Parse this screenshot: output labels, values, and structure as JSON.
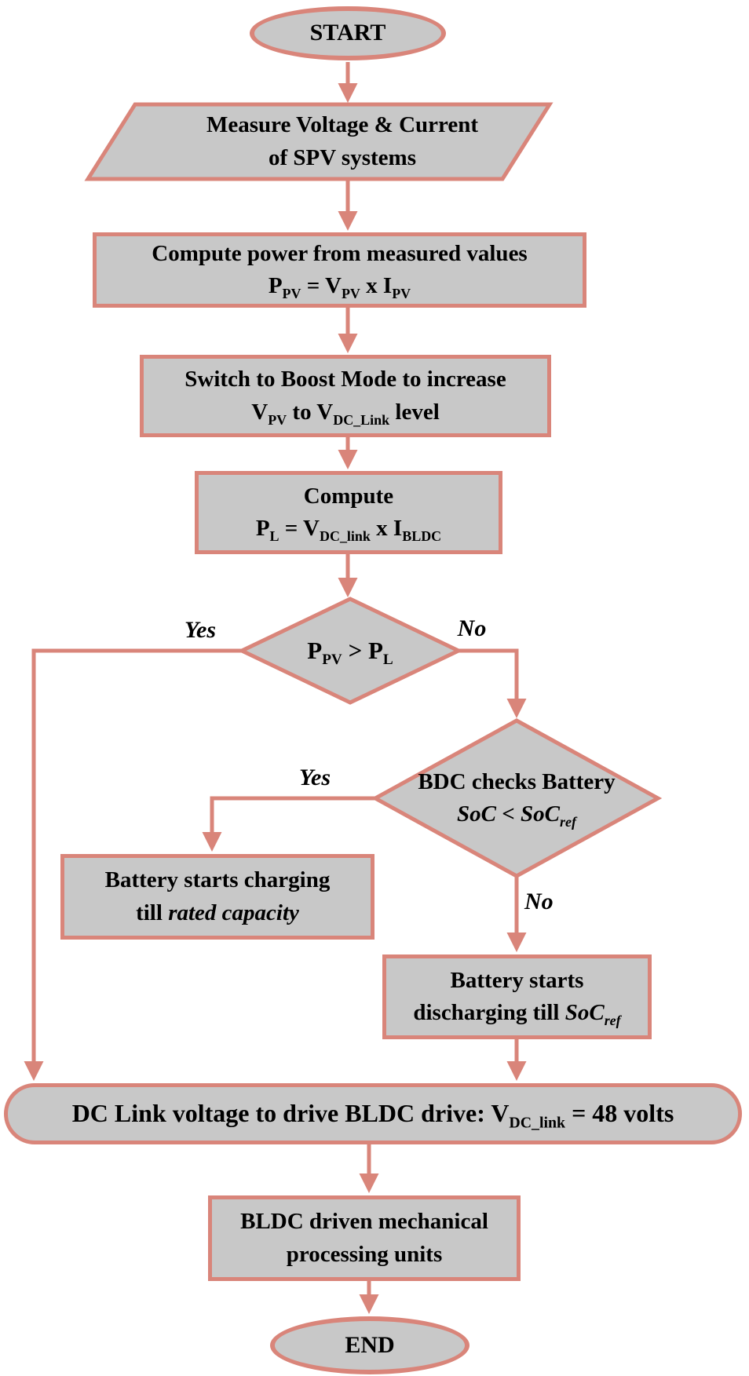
{
  "palette": {
    "border_color": "#d9857a",
    "shape_fill": "#c8c8c8",
    "text_color": "#000000",
    "background": "#ffffff"
  },
  "nodes": {
    "start": {
      "label": "START"
    },
    "measure": {
      "line1": "Measure Voltage & Current",
      "line2": "of SPV systems"
    },
    "compute_power": {
      "line1": "Compute power from measured values",
      "line2": "P~PV~ = V~PV~ x I~PV~"
    },
    "boost": {
      "line1": "Switch to Boost Mode to increase",
      "line2": "V~PV~ to V~DC_Link~ level"
    },
    "compute_load": {
      "line1": "Compute",
      "line2": "P~L~ = V~DC_link~ x I~BLDC~"
    },
    "decision_power": {
      "label": "P~PV~ > P~L~",
      "yes_label": "Yes",
      "no_label": "No"
    },
    "decision_soc": {
      "line1": "BDC checks Battery",
      "line2": "*SoC < SoC~ref~*",
      "yes_label": "Yes",
      "no_label": "No"
    },
    "charging": {
      "line1": "Battery starts charging",
      "line2": "till *rated capacity*"
    },
    "discharging": {
      "line1": "Battery starts",
      "line2": "discharging till *SoC~ref~*"
    },
    "dc_link": {
      "label": "DC Link voltage to drive BLDC drive: V~DC_link~ = 48 volts"
    },
    "bldc_units": {
      "line1": "BLDC driven mechanical",
      "line2": "processing units"
    },
    "end": {
      "label": "END"
    }
  }
}
